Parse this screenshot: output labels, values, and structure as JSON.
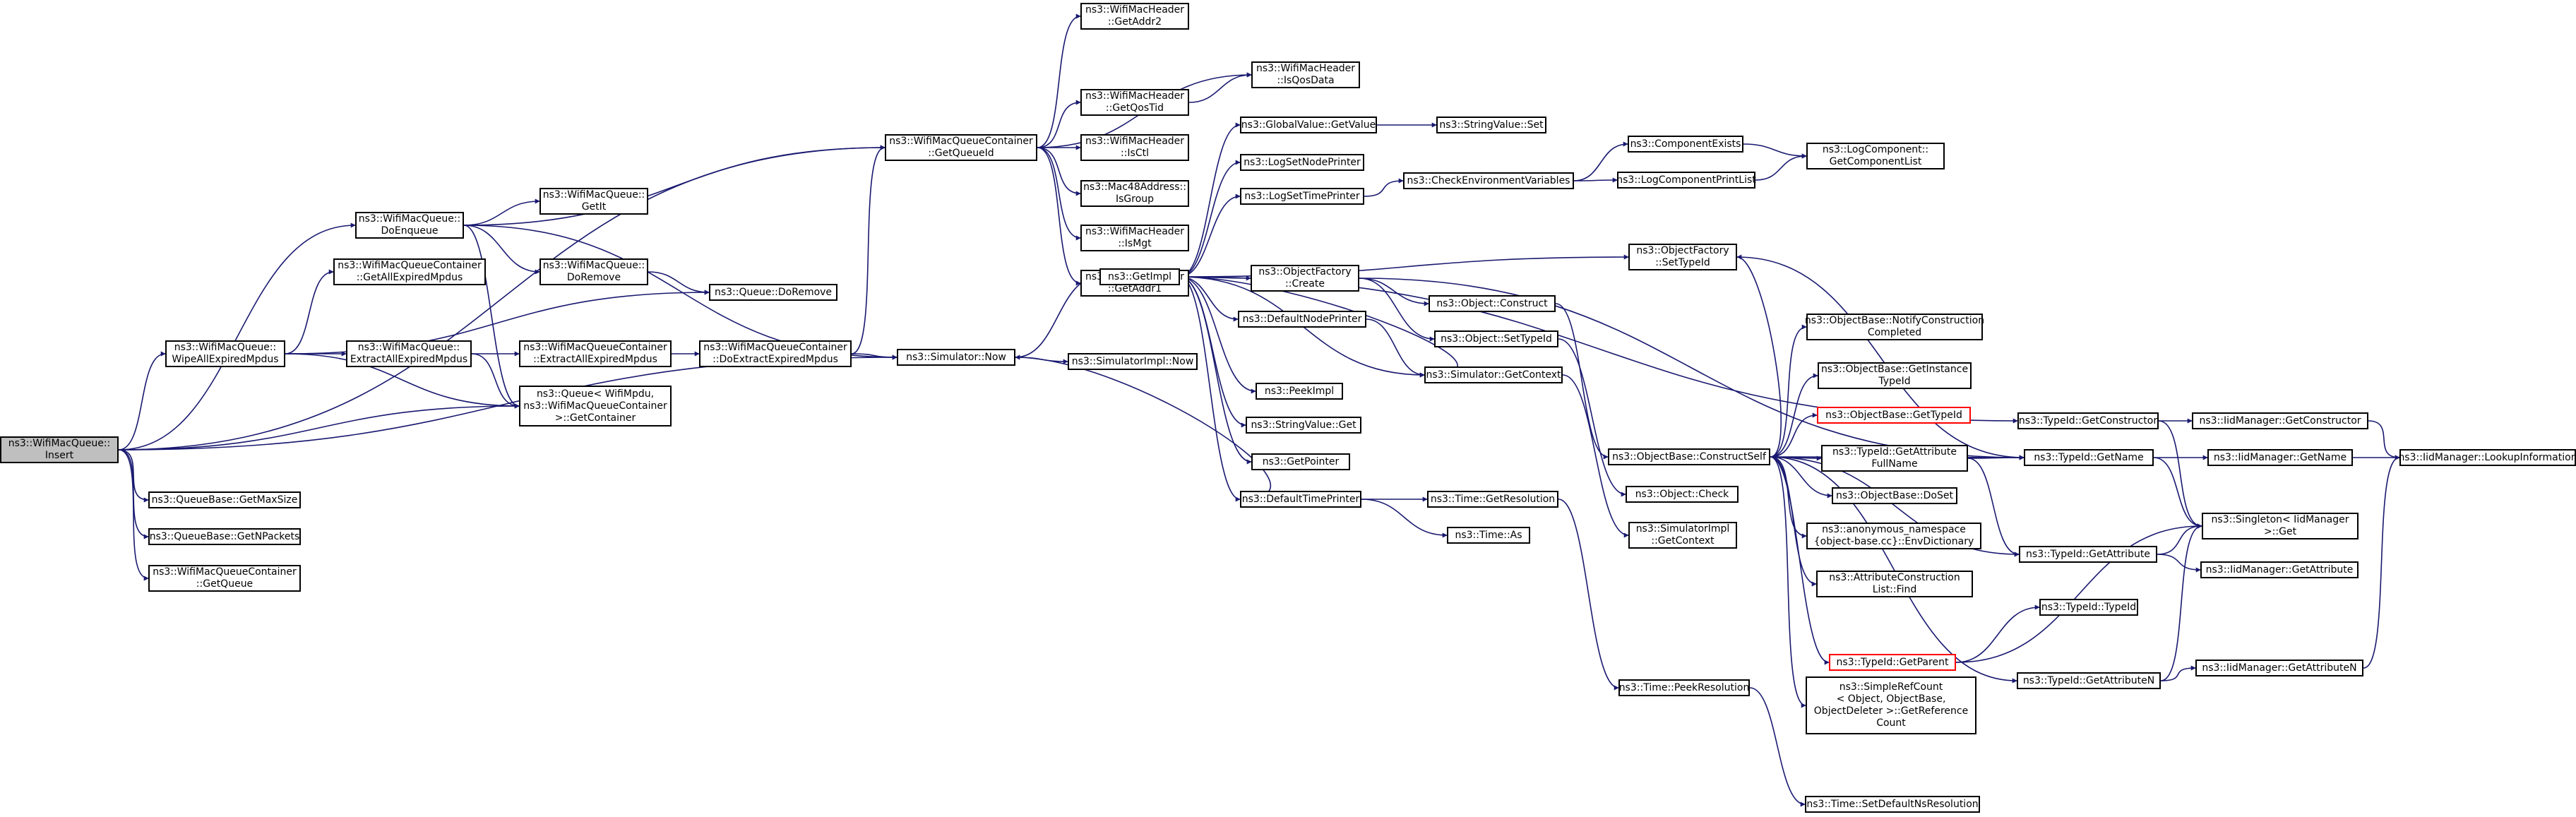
{
  "nodes": {
    "root": [
      "ns3::WifiMacQueue::",
      "Insert"
    ],
    "getQueueId": [
      "ns3::WifiMacQueueContainer",
      "::GetQueueId"
    ],
    "getAddr2": [
      "ns3::WifiMacHeader",
      "::GetAddr2"
    ],
    "isQosData": [
      "ns3::WifiMacHeader",
      "::IsQosData"
    ],
    "getQosTid": [
      "ns3::WifiMacHeader",
      "::GetQosTid"
    ],
    "isCtl": [
      "ns3::WifiMacHeader",
      "::IsCtl"
    ],
    "isGroup": [
      "ns3::Mac48Address::",
      "IsGroup"
    ],
    "isMgt": [
      "ns3::WifiMacHeader",
      "::IsMgt"
    ],
    "getAddr1": [
      "ns3::WifiMacHeader",
      "::GetAddr1"
    ],
    "doEnqueue": [
      "ns3::WifiMacQueue::",
      "DoEnqueue"
    ],
    "getIt": [
      "ns3::WifiMacQueue::",
      "GetIt"
    ],
    "getAllExpired": [
      "ns3::WifiMacQueueContainer",
      "::GetAllExpiredMpdus"
    ],
    "doRemove": [
      "ns3::WifiMacQueue::",
      "DoRemove"
    ],
    "queueDoRemove": [
      "ns3::Queue::DoRemove"
    ],
    "wipeAll": [
      "ns3::WifiMacQueue::",
      "WipeAllExpiredMpdus"
    ],
    "extractAll": [
      "ns3::WifiMacQueue::",
      "ExtractAllExpiredMpdus"
    ],
    "contExtractAll": [
      "ns3::WifiMacQueueContainer",
      "::ExtractAllExpiredMpdus"
    ],
    "doExtract": [
      "ns3::WifiMacQueueContainer",
      "::DoExtractExpiredMpdus"
    ],
    "simNow": [
      "ns3::Simulator::Now"
    ],
    "getContainer": [
      "ns3::Queue< WifiMpdu,",
      "ns3::WifiMacQueueContainer",
      ">::GetContainer"
    ],
    "getMaxSize": [
      "ns3::QueueBase::GetMaxSize"
    ],
    "getNPackets": [
      "ns3::QueueBase::GetNPackets"
    ],
    "getQueue": [
      "ns3::WifiMacQueueContainer",
      "::GetQueue"
    ],
    "getImpl": [
      "ns3::GetImpl"
    ],
    "simImplNow": [
      "ns3::SimulatorImpl::Now"
    ],
    "gvGetValue": [
      "ns3::GlobalValue::GetValue"
    ],
    "svSet": [
      "ns3::StringValue::Set"
    ],
    "logSetNode": [
      "ns3::LogSetNodePrinter"
    ],
    "logSetTime": [
      "ns3::LogSetTimePrinter"
    ],
    "checkEnv": [
      "ns3::CheckEnvironmentVariables"
    ],
    "compExists": [
      "ns3::ComponentExists"
    ],
    "logCompPrint": [
      "ns3::LogComponentPrintList"
    ],
    "logCompGetList": [
      "ns3::LogComponent::",
      "GetComponentList"
    ],
    "objFactCreate": [
      "ns3::ObjectFactory",
      "::Create"
    ],
    "objFactSetType": [
      "ns3::ObjectFactory",
      "::SetTypeId"
    ],
    "objConstruct": [
      "ns3::Object::Construct"
    ],
    "objSetTypeId": [
      "ns3::Object::SetTypeId"
    ],
    "defNodePrinter": [
      "ns3::DefaultNodePrinter"
    ],
    "simGetContext": [
      "ns3::Simulator::GetContext"
    ],
    "peekImpl": [
      "ns3::PeekImpl"
    ],
    "svGet": [
      "ns3::StringValue::Get"
    ],
    "getPointer": [
      "ns3::GetPointer"
    ],
    "defTimePrinter": [
      "ns3::DefaultTimePrinter"
    ],
    "timeGetRes": [
      "ns3::Time::GetResolution"
    ],
    "timeAs": [
      "ns3::Time::As"
    ],
    "timePeekRes": [
      "ns3::Time::PeekResolution"
    ],
    "timeSetDefRes": [
      "ns3::Time::SetDefaultNsResolution"
    ],
    "objCheck": [
      "ns3::Object::Check"
    ],
    "simImplGetCtx": [
      "ns3::SimulatorImpl",
      "::GetContext"
    ],
    "constructSelf": [
      "ns3::ObjectBase::ConstructSelf"
    ],
    "notifyConstr": [
      "ns3::ObjectBase::NotifyConstruction",
      "Completed"
    ],
    "getInstanceTid": [
      "ns3::ObjectBase::GetInstance",
      "TypeId"
    ],
    "obGetTypeId": [
      "ns3::ObjectBase::GetTypeId"
    ],
    "tidGetAttrFull": [
      "ns3::TypeId::GetAttribute",
      "FullName"
    ],
    "obDoSet": [
      "ns3::ObjectBase::DoSet"
    ],
    "anonEnvDict": [
      "ns3::anonymous_namespace",
      "{object-base.cc}::EnvDictionary"
    ],
    "attrConstrFind": [
      "ns3::AttributeConstruction",
      "List::Find"
    ],
    "tidGetParent": [
      "ns3::TypeId::GetParent"
    ],
    "simpleRefCount": [
      "ns3::SimpleRefCount",
      "< Object, ObjectBase,",
      "ObjectDeleter >::GetReference",
      "Count"
    ],
    "tidGetConstructor": [
      "ns3::TypeId::GetConstructor"
    ],
    "tidGetName": [
      "ns3::TypeId::GetName"
    ],
    "tidGetAttribute": [
      "ns3::TypeId::GetAttribute"
    ],
    "tidTypeId": [
      "ns3::TypeId::TypeId"
    ],
    "tidGetAttributeN": [
      "ns3::TypeId::GetAttributeN"
    ],
    "iidGetConstructor": [
      "ns3::IidManager::GetConstructor"
    ],
    "iidGetName": [
      "ns3::IidManager::GetName"
    ],
    "singletonGet": [
      "ns3::Singleton< IidManager",
      ">::Get"
    ],
    "iidGetAttribute": [
      "ns3::IidManager::GetAttribute"
    ],
    "iidGetAttributeN": [
      "ns3::IidManager::GetAttributeN"
    ],
    "iidLookup": [
      "ns3::IidManager::LookupInformation"
    ]
  },
  "colors": {
    "edge": "#191970",
    "node_border": "#000000",
    "highlight_border": "#ff0000",
    "root_fill": "#bfbfbf"
  }
}
